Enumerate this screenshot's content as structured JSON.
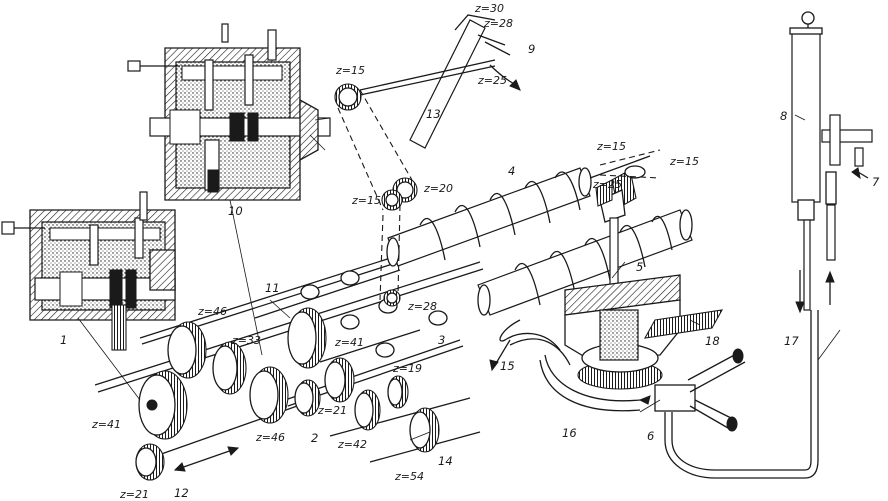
{
  "labels": {
    "gear_z30": "z=30",
    "gear_z28_top": "z=28",
    "gear_z25_top": "z=25",
    "gear_z15_top": "z=15",
    "gear_z20": "z=20",
    "gear_z15_mid": "z=15",
    "gear_z15_right_a": "z=15",
    "gear_z15_right_b": "z=15",
    "gear_z25_right": "z=25",
    "gear_z28_mid": "z=28",
    "gear_z46_a": "z=46",
    "gear_z33": "z=33",
    "gear_z41_mid": "z=41",
    "gear_z19": "z=19",
    "gear_z41_left": "z=41",
    "gear_z46_b": "z=46",
    "gear_z21_mid": "z=21",
    "gear_z42": "z=42",
    "gear_z54": "z=54",
    "gear_z21_bottom": "z=21"
  },
  "parts": {
    "p1": "1",
    "p2": "2",
    "p3": "3",
    "p4": "4",
    "p5": "5",
    "p6": "6",
    "p7": "7",
    "p8": "8",
    "p9": "9",
    "p10": "10",
    "p11": "11",
    "p12": "12",
    "p13": "13",
    "p14": "14",
    "p15": "15",
    "p16": "16",
    "p17": "17",
    "p18": "18"
  }
}
